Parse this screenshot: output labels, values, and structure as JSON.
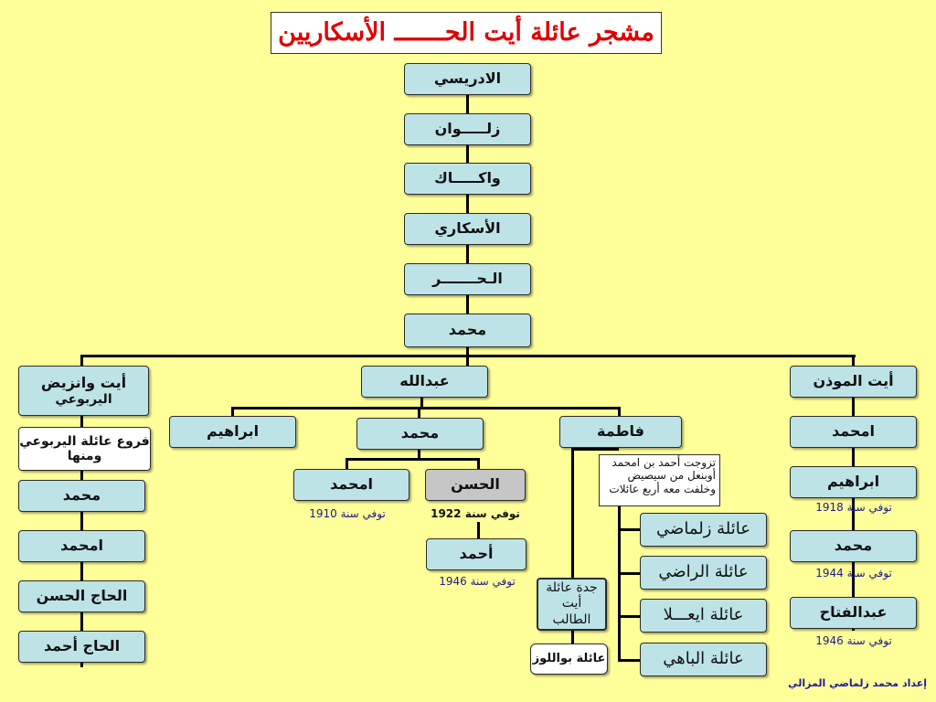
{
  "title": "مشجر عائلة أيت الحـــــــ الأسكاريين",
  "chain": [
    "الادريسي",
    "زلـــــوان",
    "واكـــــاك",
    "الأسكاري",
    "الـحـــــــر",
    "محمد"
  ],
  "level1": {
    "right": "أيت الموذن",
    "center": "عبدالله",
    "left_line1": "أيت وانزيض",
    "left_line2": "اليربوعي"
  },
  "left_branch": {
    "note_box": "فروع عائلة اليربوعي ومنها",
    "items": [
      "محمد",
      "امحمد",
      "الحاج الحسن",
      "الحاج أحمد"
    ]
  },
  "abdallah_children": [
    "فاطمة",
    "محمد",
    "ابراهيم"
  ],
  "muhammad_children": {
    "hassan": "الحسن",
    "hassan_death": "توفي سنة 1922",
    "amhammad": "امحمد",
    "amhammad_death": "توفي سنة 1910",
    "ahmad": "أحمد",
    "ahmad_death": "توفي سنة 1946"
  },
  "fatima": {
    "note": "تزوجت أحمد بن امحمد أوبنعل من سيصيض وخلفت معه أربع عائلات",
    "families": [
      "عائلة زلماضي",
      "عائلة الراضي",
      "عائلة ايعـــلا",
      "عائلة الباهي"
    ],
    "grandmother_box": "جدة عائلة أيت الطالب",
    "boualouz": "عائلة بواللوز"
  },
  "right_branch": {
    "items": [
      "امحمد",
      "ابراهيم",
      "محمد",
      "عبدالفتاح"
    ],
    "deaths": [
      "توفي سنة 1918",
      "توفي سنة 1944",
      "توفي سنة 1946"
    ]
  },
  "credit": "إعداد محمد زلماضي المزالي"
}
